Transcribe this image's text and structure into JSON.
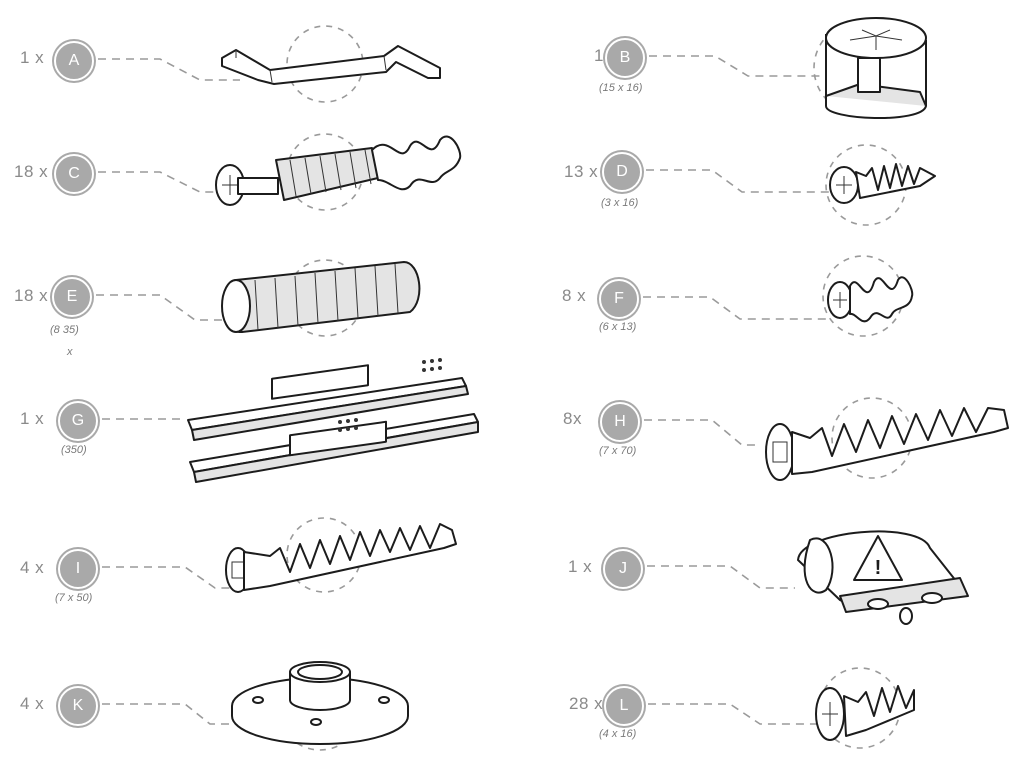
{
  "parts": [
    {
      "id": "A",
      "qty": "1 x",
      "dim": ""
    },
    {
      "id": "B",
      "qty": "18 x",
      "dim": "(15 x 16)"
    },
    {
      "id": "C",
      "qty": "18 x",
      "dim": ""
    },
    {
      "id": "D",
      "qty": "13 x",
      "dim": "(3 x 16)"
    },
    {
      "id": "E",
      "qty": "18 x",
      "dim": "(8   35)",
      "dim2": "x"
    },
    {
      "id": "F",
      "qty": "8 x",
      "dim": "(6 x 13)"
    },
    {
      "id": "G",
      "qty": "1 x",
      "dim": "(350)"
    },
    {
      "id": "H",
      "qty": "8x",
      "dim": "(7 x 70)"
    },
    {
      "id": "I",
      "qty": "4 x",
      "dim": "(7 x 50)"
    },
    {
      "id": "J",
      "qty": "1 x",
      "dim": ""
    },
    {
      "id": "K",
      "qty": "4 x",
      "dim": ""
    },
    {
      "id": "L",
      "qty": "28 x",
      "dim": "(4 x 16)"
    }
  ],
  "colors": {
    "badge": "#a9a9a9",
    "text": "#8a8a8a",
    "leader": "#9a9a9a",
    "outline": "#1c1c1c"
  },
  "icons": [
    "hex-key-icon",
    "cam-lock-icon",
    "cam-bolt-icon",
    "wood-screw-icon",
    "dowel-icon",
    "euro-screw-icon",
    "drawer-slide-icon",
    "confirmat-screw-icon",
    "hardware-bag-icon",
    "mounting-flange-icon"
  ]
}
